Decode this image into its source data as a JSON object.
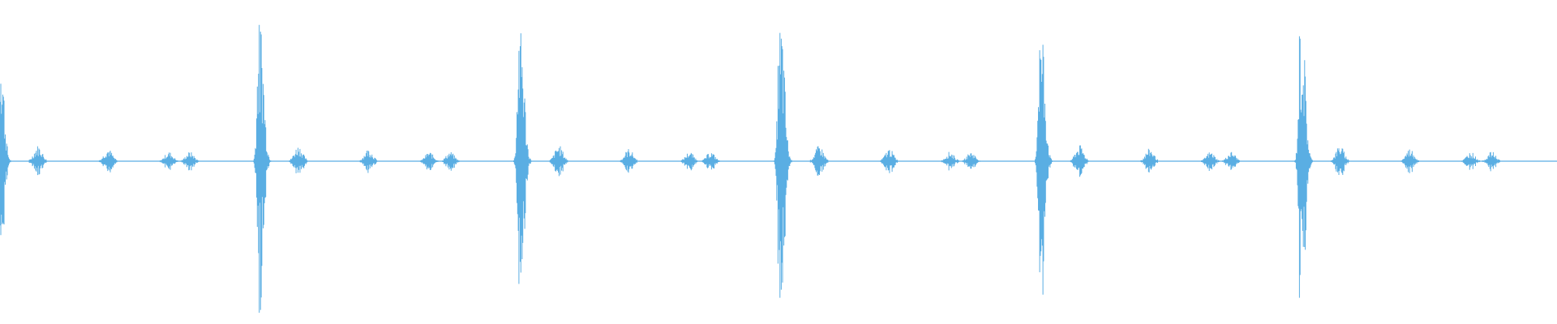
{
  "waveform": {
    "color": "#5aaee3",
    "background": "#ffffff",
    "repeat_count": 6,
    "events": [
      {
        "offset": 0.0,
        "amplitude": 0.45
      },
      {
        "offset": 0.0245,
        "amplitude": 0.05
      },
      {
        "offset": 0.0695,
        "amplitude": 0.04
      },
      {
        "offset": 0.1085,
        "amplitude": 0.03
      },
      {
        "offset": 0.122,
        "amplitude": 0.03
      }
    ]
  }
}
